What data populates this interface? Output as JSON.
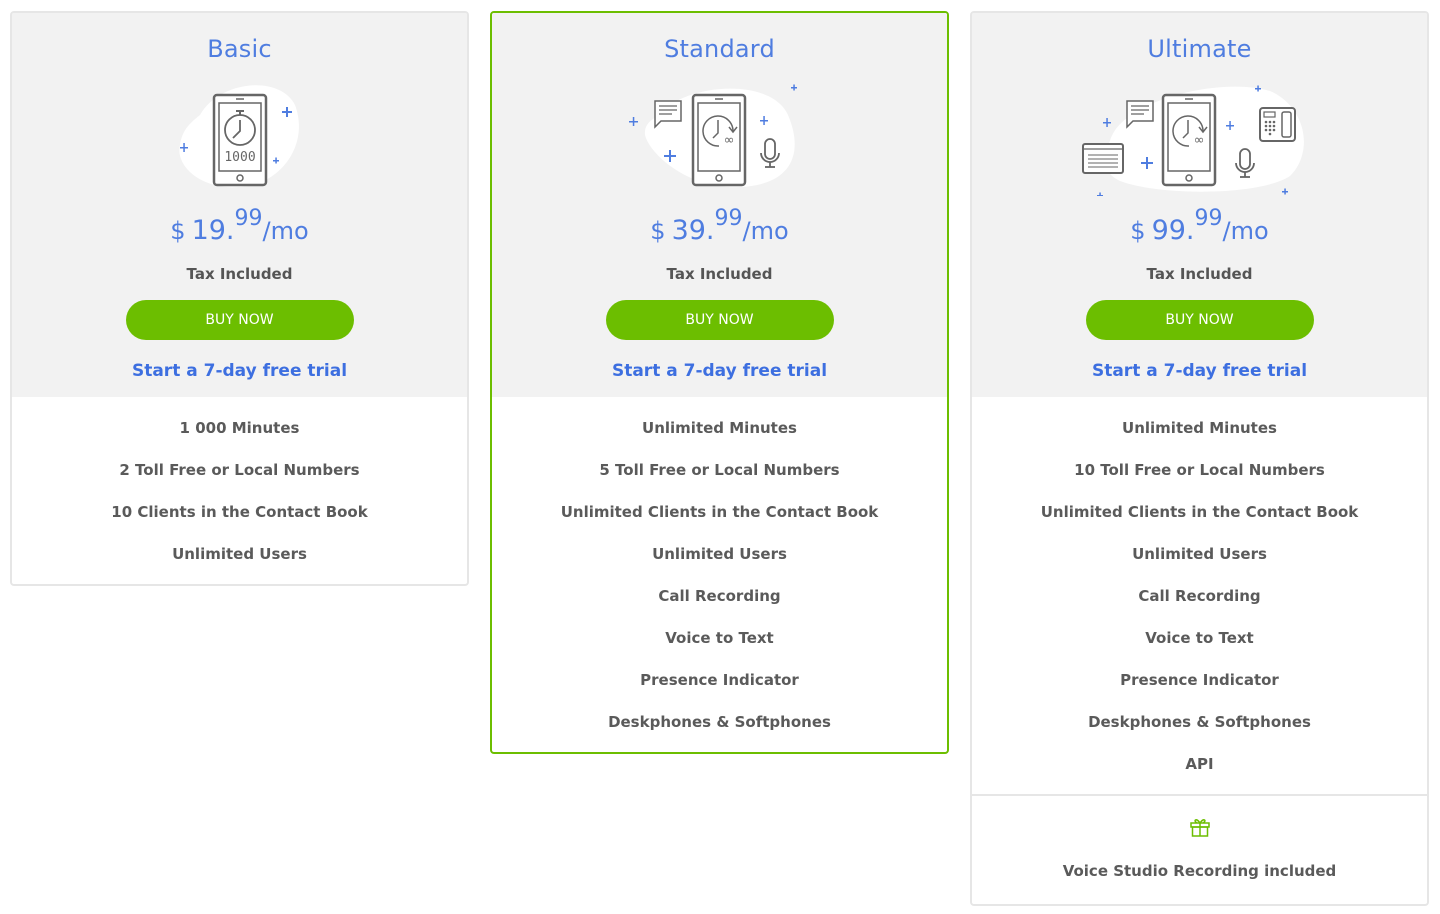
{
  "plans": [
    {
      "name": "Basic",
      "illustration": "phone-stopwatch-1000-illustration",
      "price": {
        "currency": "$",
        "whole": "19.",
        "cents": "99",
        "period": "/mo"
      },
      "tax_note": "Tax Included",
      "buy_label": "BUY NOW",
      "trial_label": "Start a 7-day free trial",
      "features": [
        "1 000 Minutes",
        "2 Toll Free or Local Numbers",
        "10 Clients in the Contact Book",
        "Unlimited Users"
      ]
    },
    {
      "name": "Standard",
      "featured": true,
      "illustration": "phone-infinite-time-chat-mic-illustration",
      "price": {
        "currency": "$",
        "whole": "39.",
        "cents": "99",
        "period": "/mo"
      },
      "tax_note": "Tax Included",
      "buy_label": "BUY NOW",
      "trial_label": "Start a 7-day free trial",
      "features": [
        "Unlimited Minutes",
        "5 Toll Free or Local Numbers",
        "Unlimited Clients in the Contact Book",
        "Unlimited Users",
        "Call Recording",
        "Voice to Text",
        "Presence Indicator",
        "Deskphones & Softphones"
      ]
    },
    {
      "name": "Ultimate",
      "illustration": "phone-infinite-time-chat-mic-deskphone-browser-illustration",
      "price": {
        "currency": "$",
        "whole": "99.",
        "cents": "99",
        "period": "/mo"
      },
      "tax_note": "Tax Included",
      "buy_label": "BUY NOW",
      "trial_label": "Start a 7-day free trial",
      "features": [
        "Unlimited Minutes",
        "10 Toll Free or Local Numbers",
        "Unlimited Clients in the Contact Book",
        "Unlimited Users",
        "Call Recording",
        "Voice to Text",
        "Presence Indicator",
        "Deskphones & Softphones",
        "API"
      ],
      "bonus": {
        "icon": "gift-icon",
        "text": "Voice Studio Recording included"
      }
    }
  ],
  "colors": {
    "accent_blue": "#4f7de0",
    "button_green": "#6cbe00",
    "text_gray": "#5a5a5a",
    "panel_bg": "#f2f2f2"
  }
}
